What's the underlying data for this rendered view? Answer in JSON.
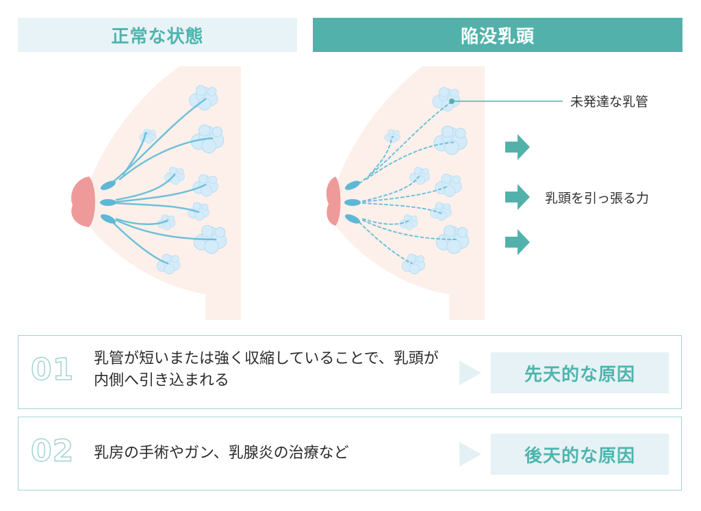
{
  "headers": {
    "normal": "正常な状態",
    "inverted": "陥没乳頭"
  },
  "labels": {
    "undeveloped_ducts": "未発達な乳管",
    "pulling_force": "乳頭を引っ張る力"
  },
  "causes": [
    {
      "number": "01",
      "text": "乳管が短いまたは強く収縮していることで、乳頭が内側へ引き込まれる",
      "category": "先天的な原因"
    },
    {
      "number": "02",
      "text": "乳房の手術やガン、乳腺炎の治療など",
      "category": "後天的な原因"
    }
  ],
  "colors": {
    "teal_dark": "#52b2ab",
    "teal_text": "#4fb4ad",
    "header_light": "#e8f3f7",
    "breast_skin": "#fdf0ea",
    "nipple": "#ee9a9a",
    "duct_line": "#6cc0d9",
    "lobule": "#d4ebf9",
    "box_border": "#9fd3cf"
  },
  "icons": [
    "arrow-right-icon",
    "triangle-arrow-icon"
  ]
}
